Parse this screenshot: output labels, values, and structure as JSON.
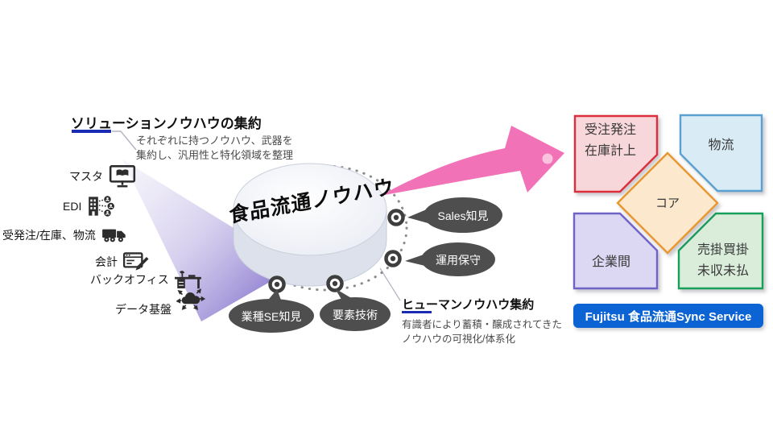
{
  "solution": {
    "heading": "ソリューションノウハウの集約",
    "desc1": "それぞれに持つノウハウ、武器を",
    "desc2": "集約し、汎用性と特化領域を整理",
    "items": [
      {
        "label": "マスタ",
        "icon": "monitor-book-icon"
      },
      {
        "label": "EDI",
        "icon": "building-network-icon"
      },
      {
        "label": "受発注/在庫、物流",
        "icon": "truck-icon"
      },
      {
        "label": "会計",
        "icon": "document-pencil-icon"
      },
      {
        "label": "バックオフィス",
        "icon": "office-desk-icon"
      },
      {
        "label": "データ基盤",
        "icon": "data-hub-icon"
      }
    ]
  },
  "disc": {
    "title": "食品流通ノウハウ"
  },
  "bubbles": {
    "sales": "Sales知見",
    "operation": "運用保守",
    "industry_se": "業種SE知見",
    "element_tech": "要素技術"
  },
  "human": {
    "heading": "ヒューマンノウハウ集約",
    "desc1": "有識者により蓄積・醸成されてきた",
    "desc2": "ノウハウの可視化/体系化"
  },
  "service": {
    "order": {
      "line1": "受注発注",
      "line2": "在庫計上"
    },
    "logistics": {
      "label": "物流"
    },
    "core": {
      "label": "コア"
    },
    "b2b": {
      "label": "企業間"
    },
    "receivable": {
      "line1": "売掛買掛",
      "line2": "未収未払"
    },
    "banner": {
      "label": "Fujitsu 食品流通Sync Service"
    }
  },
  "colors": {
    "accent_underline": "#1b2cb4",
    "beam_purple": "#8d7cd0",
    "bubble_gray": "#4e4e4e",
    "arrow_pink": "#f272b8",
    "arrow_dot_pink": "#f9c3de",
    "banner_blue": "#0c63d4",
    "order_border": "#dd2e3c",
    "order_fill": "#f8d7da",
    "logistics_border": "#5aa0d0",
    "logistics_fill": "#d9ecf6",
    "core_border": "#e8972e",
    "core_fill": "#fce8cd",
    "b2b_border": "#6f63c8",
    "b2b_fill": "#dcd7f2",
    "receivable_border": "#19a05a",
    "receivable_fill": "#d9edda"
  }
}
